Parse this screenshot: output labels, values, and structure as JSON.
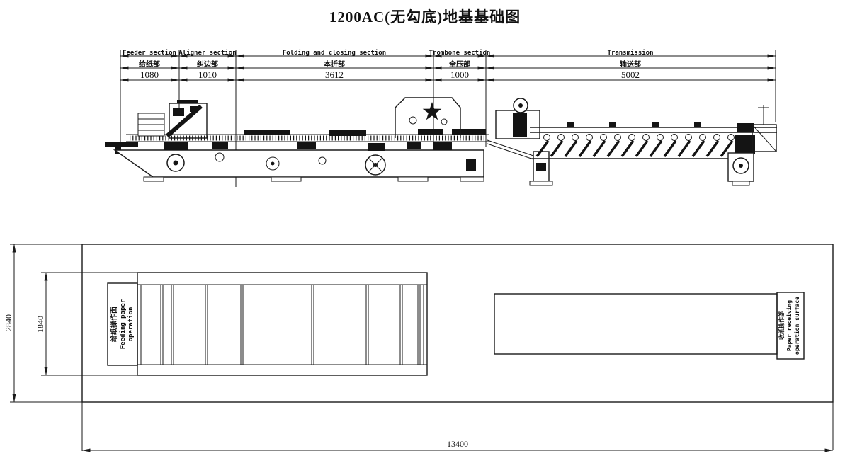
{
  "title": "1200AC(无勾底)地基基础图",
  "section_table": {
    "columns": [
      {
        "name_en": "Feeder section",
        "name_zh": "给纸部",
        "value": "1080"
      },
      {
        "name_en": "Aligner section",
        "name_zh": "纠边部",
        "value": "1010"
      },
      {
        "name_en": "Folding and closing section",
        "name_zh": "本折部",
        "value": "3612"
      },
      {
        "name_en": "Trombone section",
        "name_zh": "全压部",
        "value": "1000"
      },
      {
        "name_en": "Transmission",
        "name_zh": "输送部",
        "value": "5002"
      }
    ]
  },
  "plan_view": {
    "feeding_label_zh": "给纸操作面",
    "feeding_label_en1": "Feeding paper",
    "feeding_label_en2": "operation",
    "receiving_label_zh": "收纸操作部",
    "receiving_label_en1": "Paper receiving",
    "receiving_label_en2": "operation surface",
    "dim_outer_height": "2840",
    "dim_inner_height": "1840",
    "dim_total_length": "13400"
  },
  "colors": {
    "line": "#1a1a1a",
    "background": "#ffffff"
  }
}
